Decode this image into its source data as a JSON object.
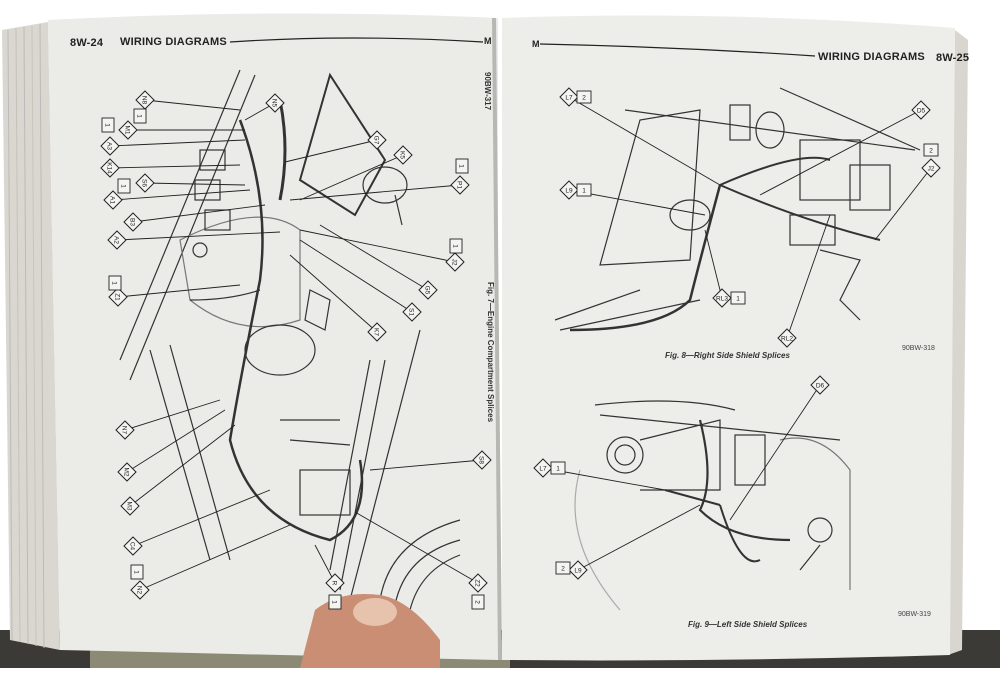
{
  "left_page": {
    "page_number": "8W-24",
    "section_title": "WIRING DIAGRAMS",
    "section_letter": "M",
    "figure": {
      "caption": "Fig. 7—Engine Compartment Splices",
      "code": "90BW-317",
      "callouts": [
        "N8",
        "N5",
        "M1",
        "A3",
        "K14",
        "S6",
        "A1",
        "B3",
        "A2",
        "Z1",
        "G7",
        "K5",
        "P1",
        "J2",
        "G5",
        "S1",
        "K7",
        "N7",
        "M2",
        "M3",
        "C4",
        "N2",
        "R",
        "Z2",
        "S8"
      ],
      "boxes": [
        "1",
        "1",
        "1",
        "1",
        "1",
        "1",
        "1",
        "1",
        "2"
      ]
    }
  },
  "right_page": {
    "page_number": "8W-25",
    "section_title": "WIRING DIAGRAMS",
    "section_letter": "M",
    "figure_8": {
      "caption": "Fig. 8—Right Side Shield Splices",
      "code": "90BW-318",
      "callouts": [
        "L7",
        "D5",
        "J2",
        "L9",
        "RL3",
        "RL2"
      ],
      "boxes": [
        "2",
        "2",
        "1",
        "1"
      ]
    },
    "figure_9": {
      "caption": "Fig. 9—Left Side Shield Splices",
      "code": "90BW-319",
      "callouts": [
        "L7",
        "L9",
        "D6"
      ],
      "boxes": [
        "1",
        "2"
      ]
    }
  }
}
